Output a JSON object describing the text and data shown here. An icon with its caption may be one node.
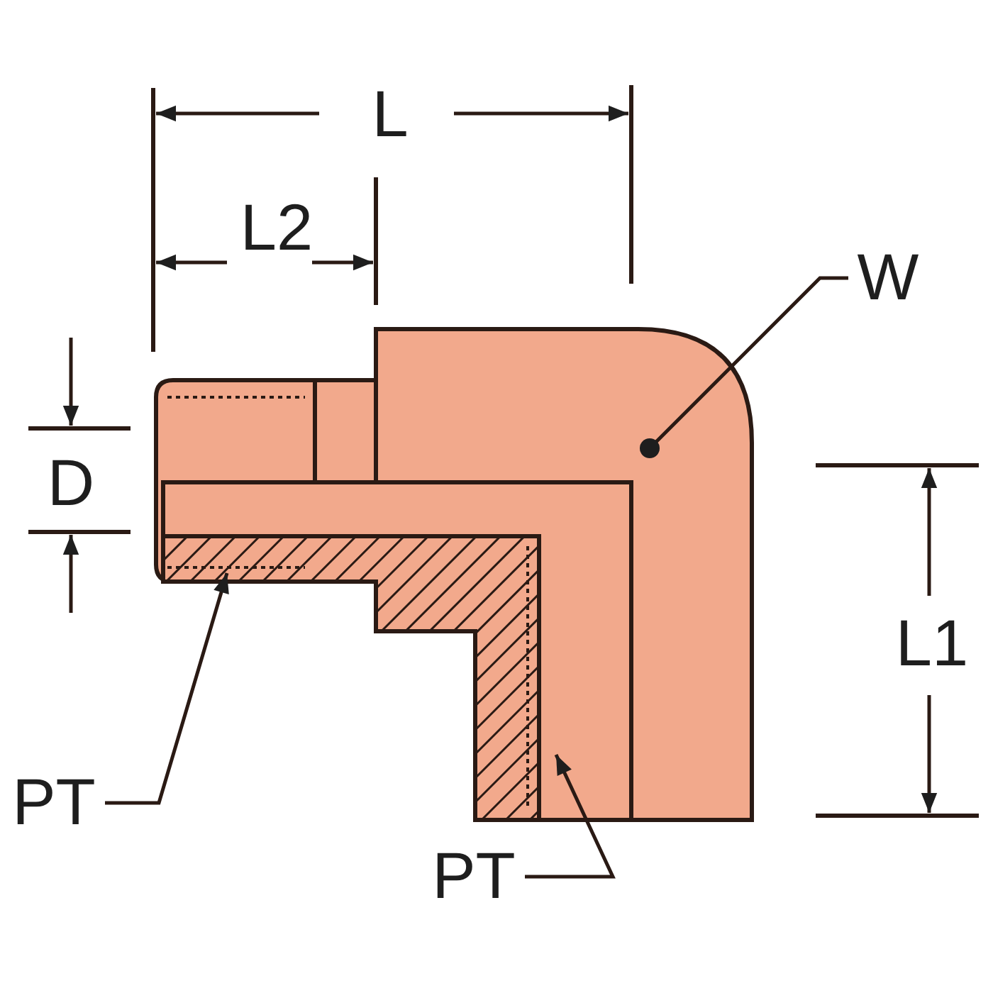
{
  "diagram": {
    "nodes": [
      {
        "text": [
          "W"
        ]
      },
      {
        "text": [
          "PT"
        ]
      },
      {
        "text": [
          "PT"
        ]
      },
      {
        "text": [],
        "shape": "picture"
      }
    ],
    "edges": [
      {
        "from": 0,
        "to": 3,
        "arrow": "other"
      },
      {
        "from": 1,
        "to": 3,
        "arrow": "to"
      },
      {
        "from": 2,
        "to": 3,
        "arrow": "to"
      }
    ],
    "labels": [
      "L",
      "L2",
      "D",
      "L1"
    ]
  }
}
